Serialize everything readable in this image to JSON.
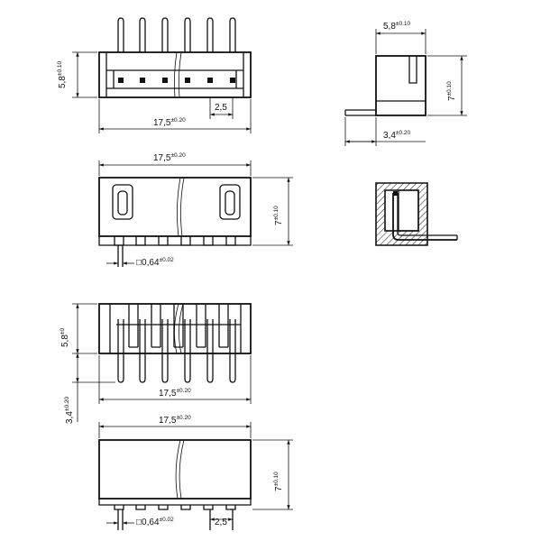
{
  "views": {
    "top": {
      "height": {
        "value": "5,8",
        "tol": "±0.10"
      },
      "width": {
        "value": "17,5",
        "tol": "±0.20"
      },
      "pitch": {
        "value": "2,5"
      }
    },
    "side_top": {
      "width": {
        "value": "5,8",
        "tol": "±0.10"
      },
      "height": {
        "value": "7",
        "tol": "±0.10"
      },
      "pin": {
        "value": "3,4",
        "tol": "±0.20"
      }
    },
    "front": {
      "width": {
        "value": "17,5",
        "tol": "±0.20"
      },
      "height": {
        "value": "7",
        "tol": "±0.10"
      },
      "pin": {
        "value": "□0,64",
        "tol": "±0.02"
      }
    },
    "bottom": {
      "height": {
        "value": "5,8",
        "tol": "±0"
      },
      "pin": {
        "value": "3,4",
        "tol": "±0.20"
      },
      "width": {
        "value": "17,5",
        "tol": "±0.20"
      }
    },
    "rear": {
      "width": {
        "value": "17,5",
        "tol": "±0.20"
      },
      "height": {
        "value": "7",
        "tol": "±0.10"
      },
      "pin": {
        "value": "□0,64",
        "tol": "±0.02"
      },
      "pitch": {
        "value": "2,5"
      }
    }
  },
  "colors": {
    "line": "#111111",
    "background": "#ffffff",
    "hatch": "#111111"
  }
}
